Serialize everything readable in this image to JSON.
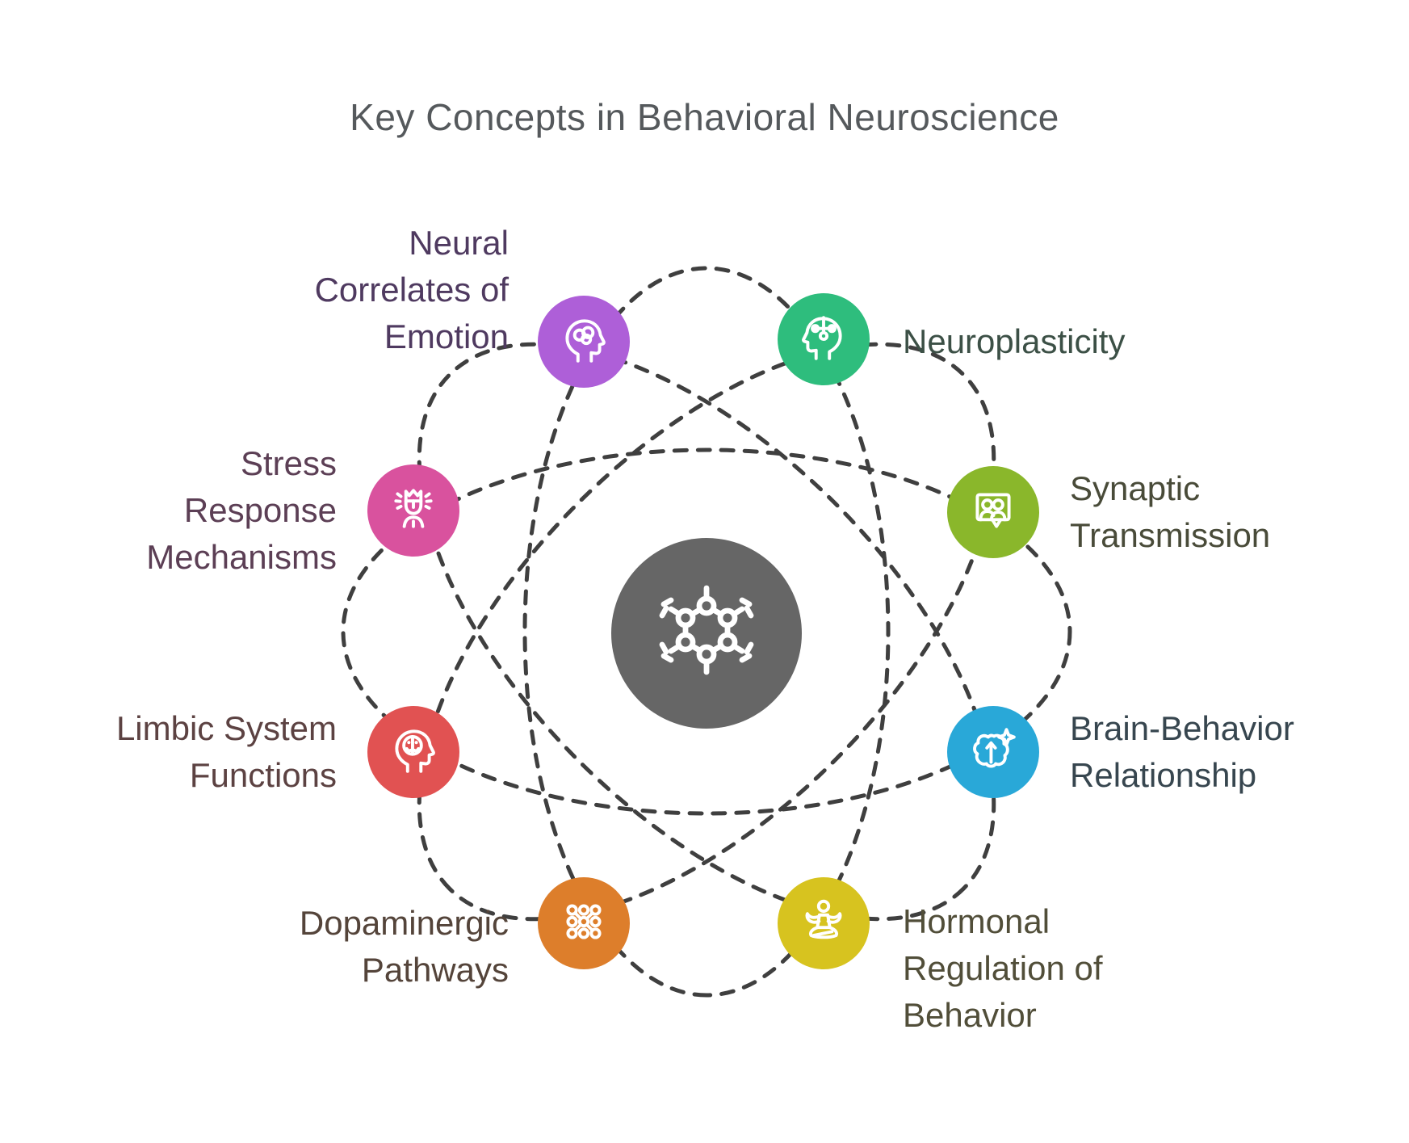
{
  "title": "Key Concepts in Behavioral Neuroscience",
  "title_color": "#55595c",
  "background": "#ffffff",
  "orbit_color": "#3f3f3f",
  "center": {
    "icon": "molecule-icon",
    "color": "#666666"
  },
  "nodes": [
    {
      "id": "neural-correlates-of-emotion",
      "label": "Neural Correlates of Emotion",
      "lines": [
        "Neural",
        "Correlates of",
        "Emotion"
      ],
      "color": "#ae5fd8",
      "label_color": "#4f3a60",
      "icon": "head-brain-icon",
      "side": "left"
    },
    {
      "id": "neuroplasticity",
      "label": "Neuroplasticity",
      "lines": [
        "Neuroplasticity"
      ],
      "color": "#2ebd7d",
      "label_color": "#3c5046",
      "icon": "head-circuit-icon",
      "side": "right"
    },
    {
      "id": "stress-response-mechanisms",
      "label": "Stress Response Mechanisms",
      "lines": [
        "Stress",
        "Response",
        "Mechanisms"
      ],
      "color": "#d9529e",
      "label_color": "#5c3f55",
      "icon": "stress-face-icon",
      "side": "left"
    },
    {
      "id": "synaptic-transmission",
      "label": "Synaptic Transmission",
      "lines": [
        "Synaptic",
        "Transmission"
      ],
      "color": "#8ab72b",
      "label_color": "#494b39",
      "icon": "people-speech-bubble-icon",
      "side": "right"
    },
    {
      "id": "limbic-system-functions",
      "label": "Limbic System Functions",
      "lines": [
        "Limbic System",
        "Functions"
      ],
      "color": "#e15252",
      "label_color": "#5c4242",
      "icon": "head-round-brain-icon",
      "side": "left"
    },
    {
      "id": "brain-behavior-relationship",
      "label": "Brain-Behavior Relationship",
      "lines": [
        "Brain-Behavior",
        "Relationship"
      ],
      "color": "#29a8d8",
      "label_color": "#37464f",
      "icon": "brain-sparkle-icon",
      "side": "right"
    },
    {
      "id": "dopaminergic-pathways",
      "label": "Dopaminergic Pathways",
      "lines": [
        "Dopaminergic",
        "Pathways"
      ],
      "color": "#dd7e2b",
      "label_color": "#54443a",
      "icon": "dots-grid-icon",
      "side": "left"
    },
    {
      "id": "hormonal-regulation-of-behavior",
      "label": "Hormonal Regulation of Behavior",
      "lines": [
        "Hormonal",
        "Regulation of",
        "Behavior"
      ],
      "color": "#d7c31f",
      "label_color": "#514e39",
      "icon": "meditation-icon",
      "side": "right"
    }
  ]
}
